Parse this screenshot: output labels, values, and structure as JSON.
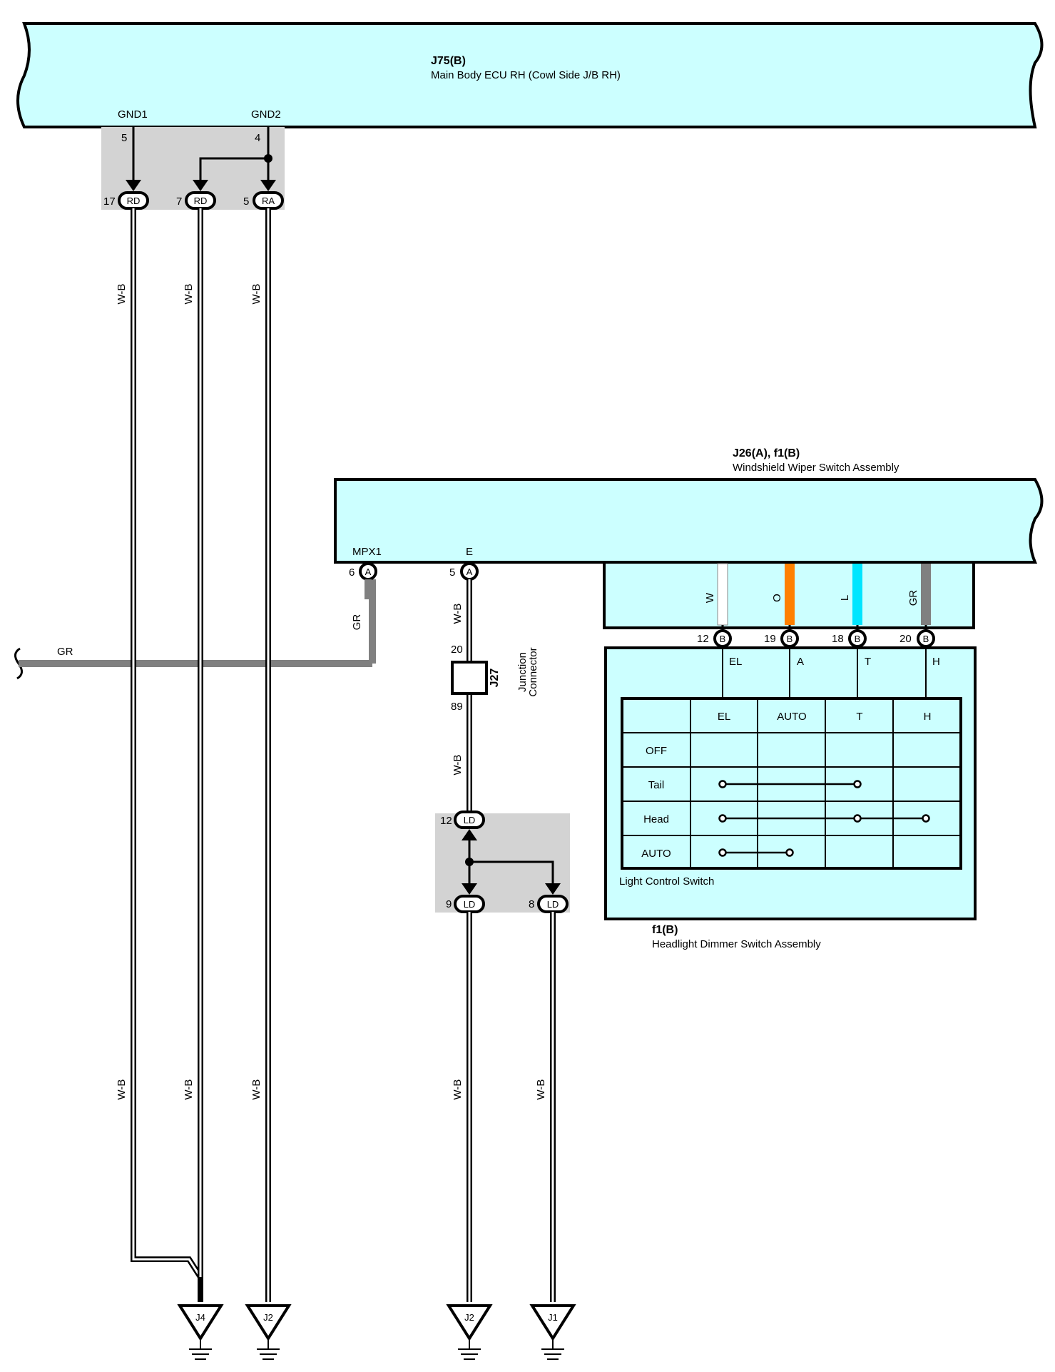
{
  "colors": {
    "component_fill": "#ccffff",
    "splice_fill": "#d3d3d3",
    "wire_gr": "#808080",
    "wire_w": "#ffffff",
    "wire_o": "#ff8000",
    "wire_l": "#00e5ff",
    "wire_wb_core": "#000000"
  },
  "ecu": {
    "code": "J75(B)",
    "name": "Main Body ECU RH (Cowl Side J/B RH)"
  },
  "ecu_pins": [
    {
      "name": "GND1",
      "pin": "5"
    },
    {
      "name": "GND2",
      "pin": "4"
    }
  ],
  "ecu_splice": [
    {
      "pin": "17",
      "code": "RD"
    },
    {
      "pin": "7",
      "code": "RD"
    },
    {
      "pin": "5",
      "code": "RA"
    }
  ],
  "wiper_switch": {
    "code": "J26(A), f1(B)",
    "name": "Windshield Wiper Switch Assembly"
  },
  "wiper_pins": [
    {
      "name": "MPX1",
      "pin": "6",
      "code": "A"
    },
    {
      "name": "E",
      "pin": "5",
      "code": "A"
    }
  ],
  "gr_wire": {
    "label": "GR",
    "vertical_label": "GR"
  },
  "junction": {
    "code": "J27",
    "name_line1": "Junction",
    "name_line2": "Connector",
    "pin_in": "20",
    "pin_out": "89"
  },
  "ld_splice": [
    {
      "pin": "12",
      "code": "LD"
    },
    {
      "pin": "9",
      "code": "LD"
    },
    {
      "pin": "8",
      "code": "LD"
    }
  ],
  "colored_wires": [
    {
      "color_code": "W",
      "pin": "12",
      "code": "B",
      "terminal": "EL"
    },
    {
      "color_code": "O",
      "pin": "19",
      "code": "B",
      "terminal": "A"
    },
    {
      "color_code": "L",
      "pin": "18",
      "code": "B",
      "terminal": "T"
    },
    {
      "color_code": "GR",
      "pin": "20",
      "code": "B",
      "terminal": "H"
    }
  ],
  "light_table": {
    "columns": [
      "EL",
      "AUTO",
      "T",
      "H"
    ],
    "rows": [
      {
        "label": "OFF",
        "connected": []
      },
      {
        "label": "Tail",
        "connected": [
          0,
          2
        ]
      },
      {
        "label": "Head",
        "connected": [
          0,
          2,
          3
        ]
      },
      {
        "label": "AUTO",
        "connected": [
          0,
          1
        ]
      }
    ],
    "caption": "Light Control Switch"
  },
  "dimmer": {
    "code": "f1(B)",
    "name": "Headlight Dimmer Switch Assembly"
  },
  "wire_label": "W-B",
  "grounds": [
    "J4",
    "J2",
    "J2",
    "J1"
  ]
}
